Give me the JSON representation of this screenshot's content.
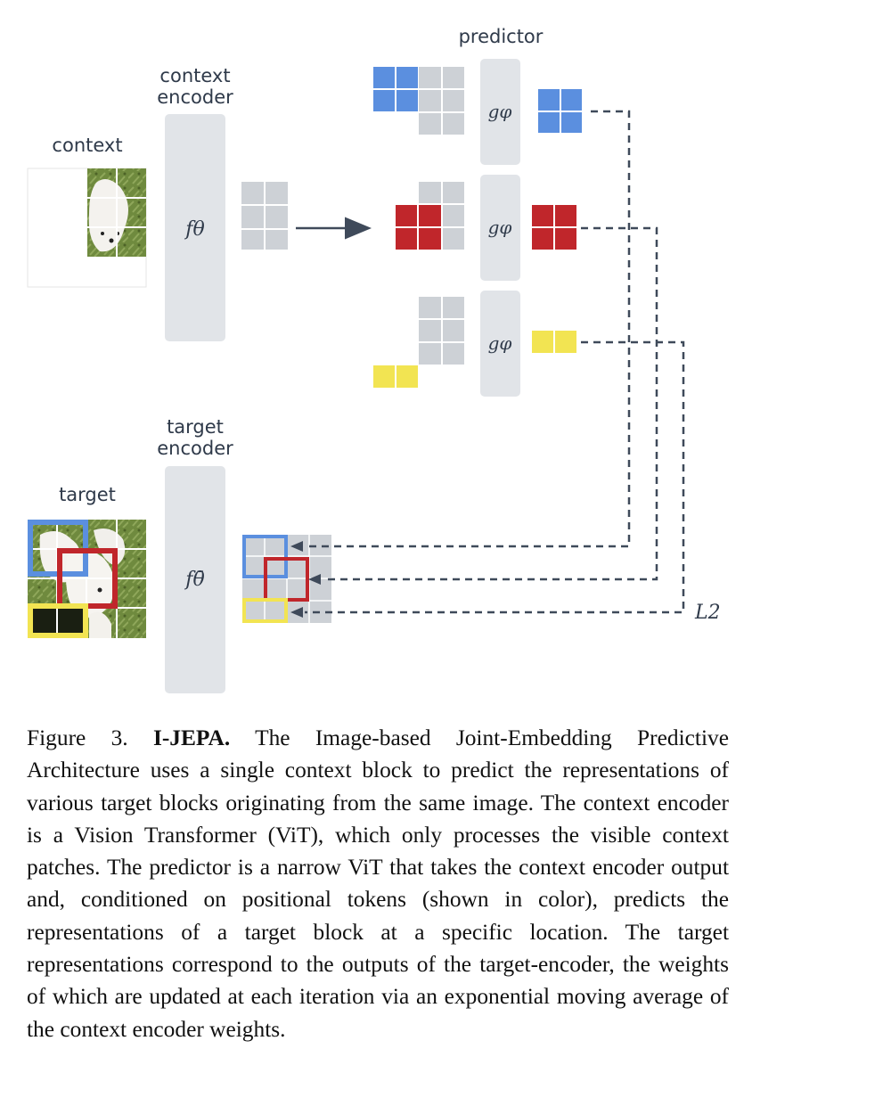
{
  "labels": {
    "predictor": "predictor",
    "context_encoder_line1": "context",
    "context_encoder_line2": "encoder",
    "context": "context",
    "target_encoder_line1": "target",
    "target_encoder_line2": "encoder",
    "target": "target",
    "f_theta": "fθ",
    "f_theta_bar": "fθ̄",
    "g_phi": "gφ",
    "loss": "L2"
  },
  "colors": {
    "blue": "#5b8fdf",
    "red": "#c0262b",
    "yellow": "#f2e452",
    "gray_block": "#e1e4e8",
    "gray_patch": "#cdd1d6",
    "dash": "#3f4a5a"
  },
  "caption": {
    "figure_number": "Figure 3.",
    "title": "I-JEPA.",
    "text": "The Image-based Joint-Embedding Predictive Architecture uses a single context block to predict the representations of various target blocks originating from the same image. The context encoder is a Vision Transformer (ViT), which only processes the visible context patches. The predictor is a narrow ViT that takes the context encoder output and, conditioned on positional tokens (shown in color), predicts the representations of a target block at a specific location. The target representations correspond to the outputs of the target-encoder, the weights of which are updated at each iteration via an exponential moving average of the context encoder weights."
  }
}
